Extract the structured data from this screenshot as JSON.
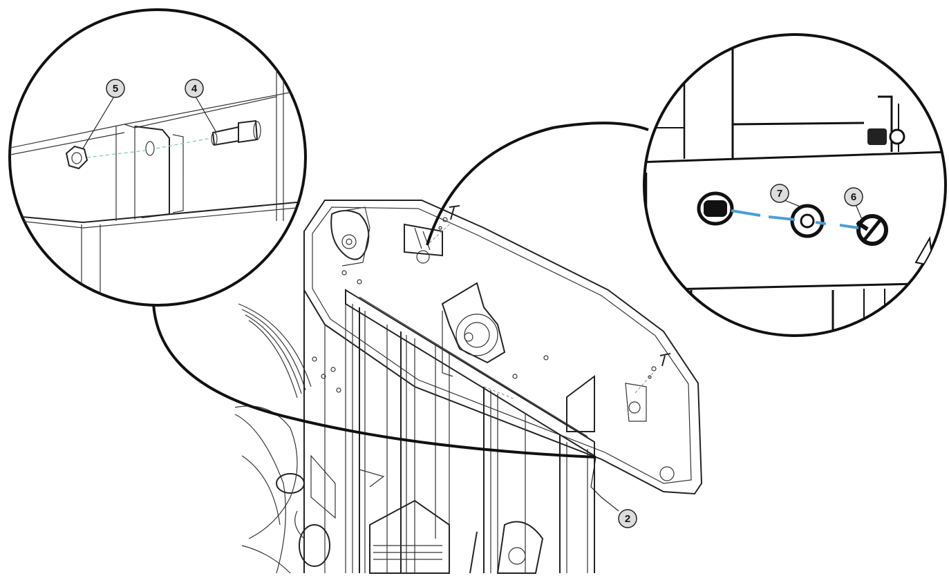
{
  "callouts": {
    "c5": "5",
    "c4": "4",
    "c7": "7",
    "c6": "6",
    "c2": "2"
  },
  "colors": {
    "line": "#222222",
    "accent_blue": "#4a9fd8",
    "dash_teal": "#7fc8c0",
    "background": "#ffffff"
  }
}
